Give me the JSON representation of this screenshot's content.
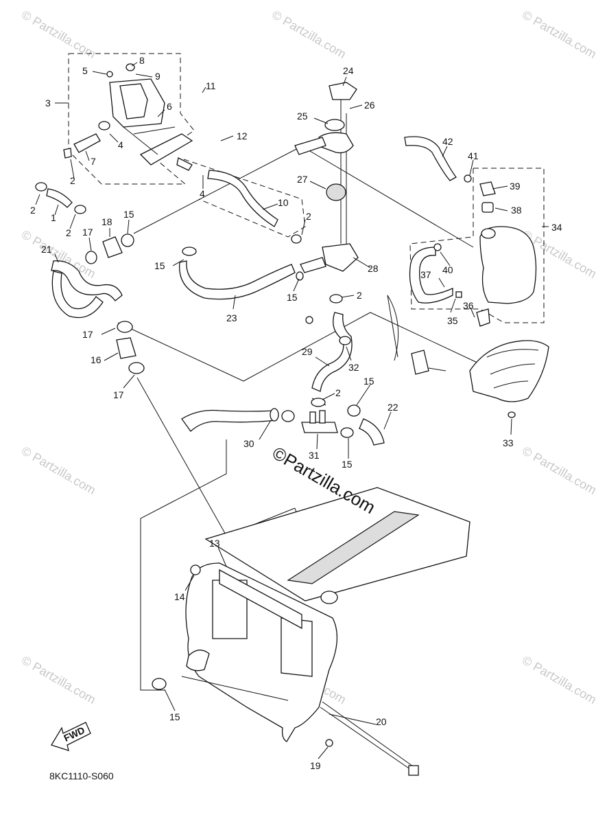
{
  "diagram_code": "8KC1110-S060",
  "fwd_label": "FWD",
  "watermark_main": "©Partzilla.com",
  "watermark_tile": "© Partzilla.com",
  "callouts": [
    "1",
    "2",
    "3",
    "4",
    "5",
    "6",
    "7",
    "8",
    "9",
    "10",
    "11",
    "12",
    "13",
    "14",
    "15",
    "16",
    "17",
    "18",
    "19",
    "20",
    "21",
    "22",
    "23",
    "24",
    "25",
    "26",
    "27",
    "28",
    "29",
    "30",
    "31",
    "32",
    "33",
    "34",
    "35",
    "36",
    "37",
    "38",
    "39",
    "40",
    "41",
    "42"
  ]
}
